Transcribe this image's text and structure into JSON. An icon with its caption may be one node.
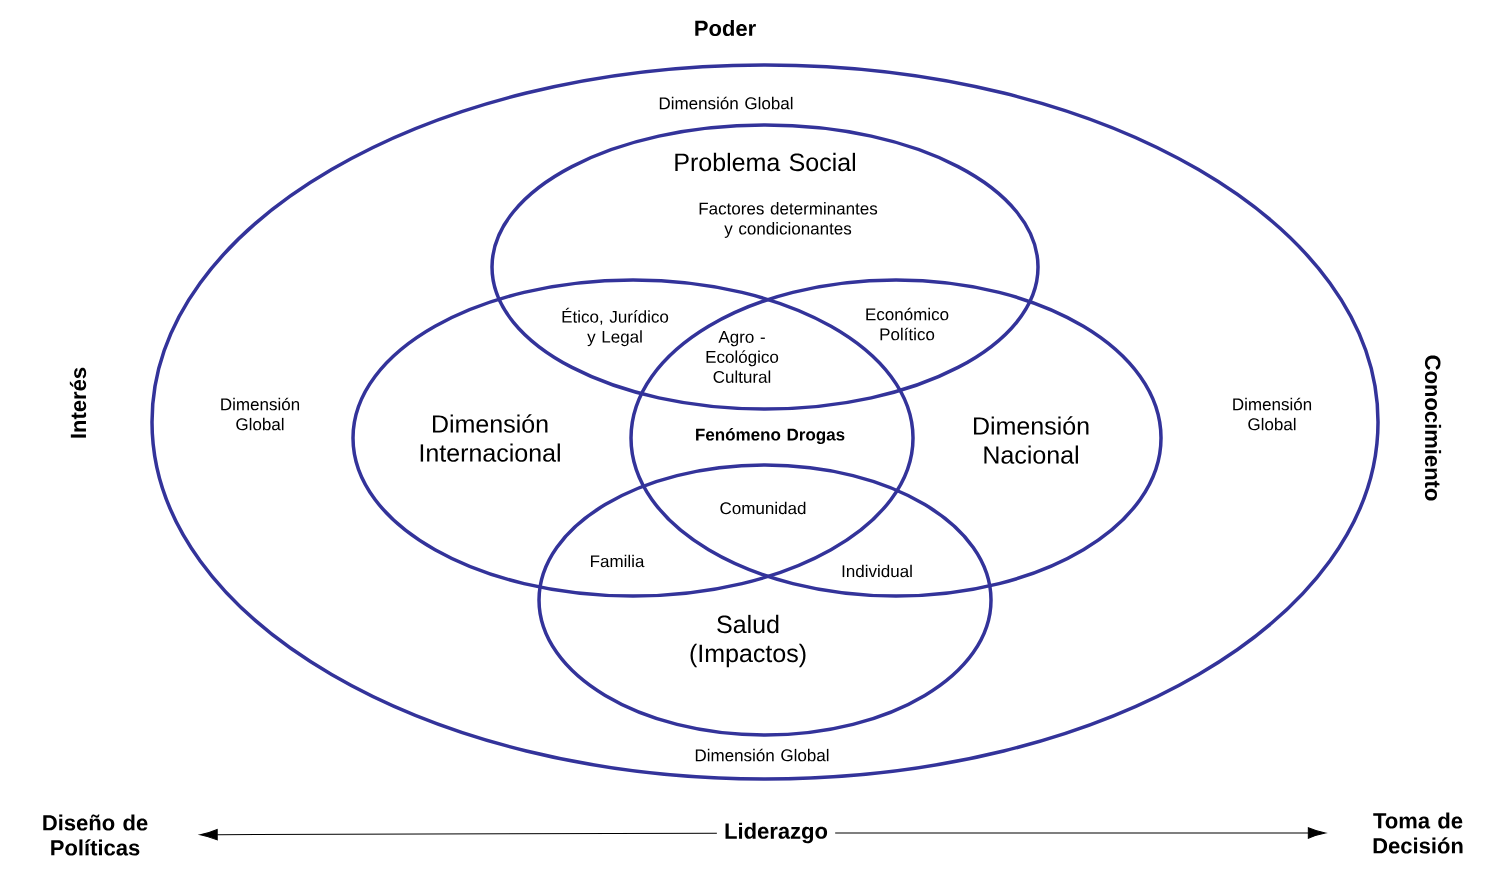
{
  "diagram": {
    "nodes": [
      {
        "text": [
          "Dimensión Global",
          "Dimensión Global",
          "Dimensión Global",
          "Dimensión Global"
        ]
      },
      {
        "text": [
          "Problema Social",
          "Factores determinantes y condicionantes"
        ],
        "in": 0
      },
      {
        "text": [
          "Dimensión Internacional"
        ],
        "in": 0
      },
      {
        "text": [
          "Dimensión Nacional"
        ],
        "in": 0
      },
      {
        "text": [
          "Salud (Impactos)"
        ],
        "in": 0
      },
      {
        "text": [
          "Liderazgo"
        ]
      },
      {
        "text": [
          "Diseño de Políticas"
        ]
      },
      {
        "text": [
          "Toma de Decisión"
        ]
      }
    ],
    "edges": [
      {
        "from": 5,
        "to": 6,
        "arrow": "to"
      },
      {
        "from": 5,
        "to": 7,
        "arrow": "to"
      }
    ],
    "labels": [
      "Poder",
      "Interés",
      "Conocimiento",
      "Ético, Jurídico y Legal",
      "Agro - Ecológico Cultural",
      "Económico Político",
      "Fenómeno Drogas",
      "Comunidad",
      "Familia",
      "Individual"
    ]
  }
}
